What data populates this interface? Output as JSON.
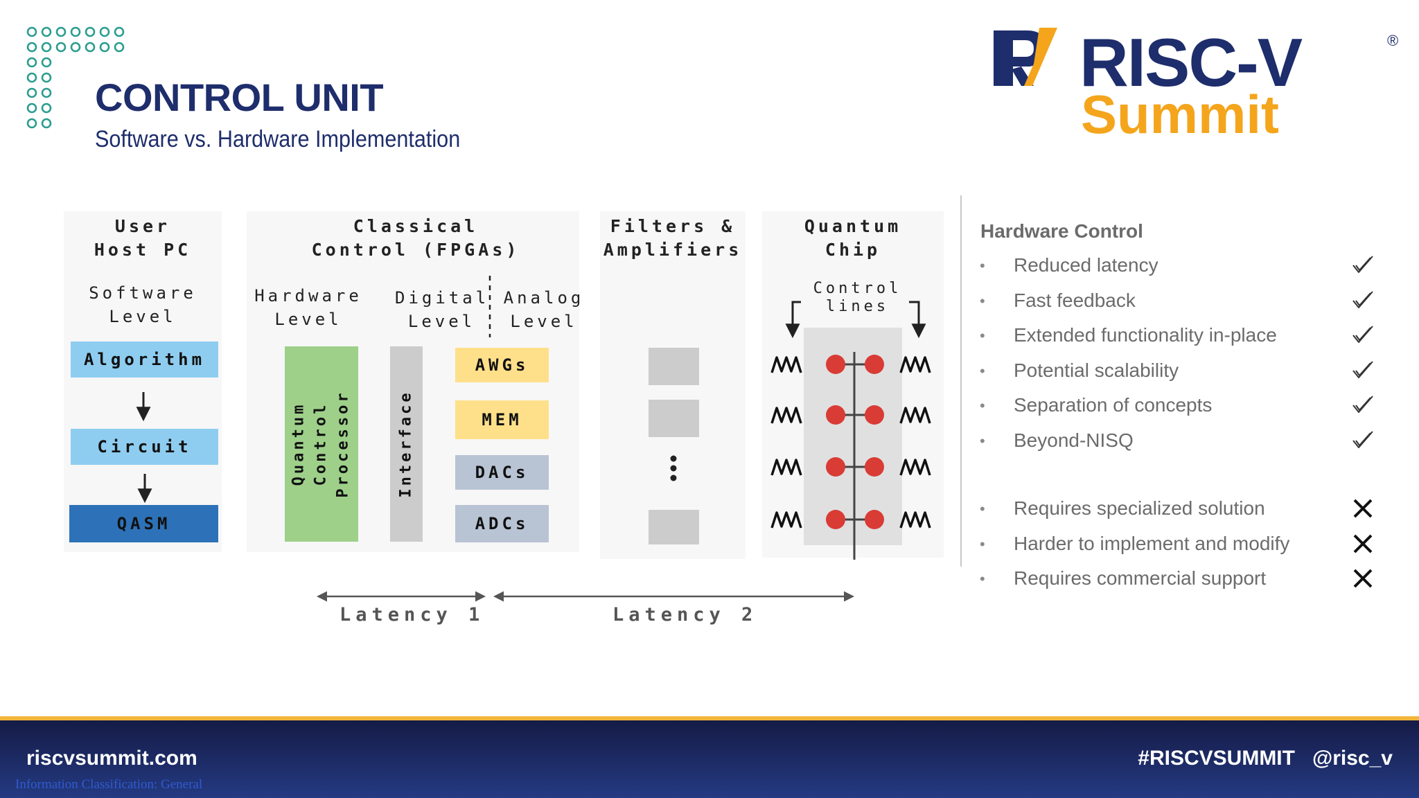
{
  "header": {
    "title": "CONTROL UNIT",
    "subtitle": "Software vs. Hardware Implementation"
  },
  "logo": {
    "name": "RISC-V",
    "registered": "®",
    "event": "Summit",
    "colors": {
      "navy": "#1e2d6b",
      "gold": "#f4a51c"
    }
  },
  "diagram": {
    "user_host": {
      "heading": "User\nHost PC",
      "level": "Software\nLevel",
      "steps": [
        "Algorithm",
        "Circuit",
        "QASM"
      ]
    },
    "classical_control": {
      "heading": "Classical\nControl (FPGAs)",
      "hardware_level": "Hardware\nLevel",
      "digital_level": "Digital\nLevel",
      "analog_level": "Analog\nLevel",
      "qcp": "Quantum\nControl\nProcessor",
      "interface": "Interface",
      "blocks": [
        "AWGs",
        "MEM",
        "DACs",
        "ADCs"
      ]
    },
    "filters": {
      "heading": "Filters &\nAmplifiers"
    },
    "quantum_chip": {
      "heading": "Quantum\nChip",
      "control_lines": "Control\nlines"
    },
    "latency": [
      "Latency 1",
      "Latency 2"
    ],
    "colors": {
      "light_blue": "#8ecdf0",
      "dark_blue": "#2d72b8",
      "green": "#9ed08a",
      "yellow": "#ffe08a",
      "grey_blue": "#b8c4d4",
      "grey": "#cccccc",
      "qubit_red": "#d93b35"
    }
  },
  "hardware_control": {
    "title": "Hardware Control",
    "pros": [
      "Reduced latency",
      "Fast feedback",
      "Extended functionality in-place",
      "Potential scalability",
      "Separation of concepts",
      "Beyond-NISQ"
    ],
    "cons": [
      "Requires specialized solution",
      "Harder to implement and modify",
      "Requires commercial support"
    ],
    "pro_icon": "checkmark-icon",
    "con_icon": "cross-icon"
  },
  "footer": {
    "website": "riscvsummit.com",
    "hashtag": "#RISCVSUMMIT",
    "handle": "@risc_v",
    "classification": "Information Classification: General"
  }
}
